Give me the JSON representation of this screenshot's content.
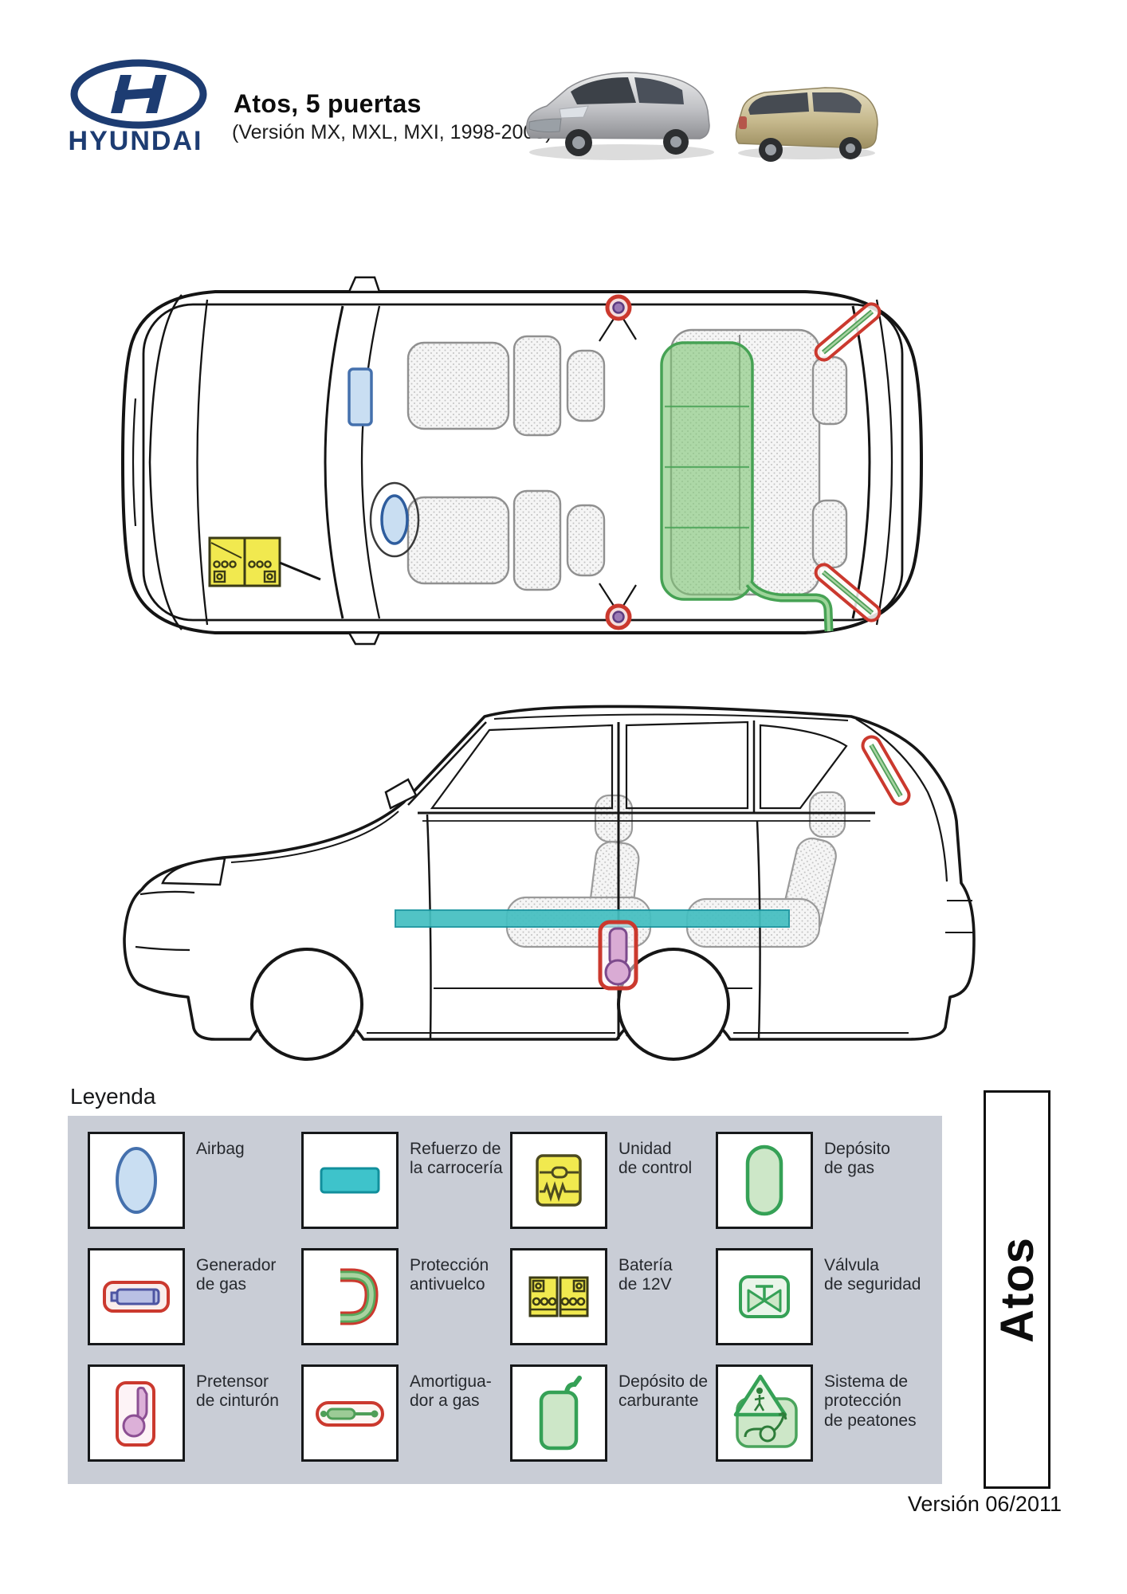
{
  "header": {
    "brand": "HYUNDAI",
    "title": "Atos, 5 puertas",
    "subtitle": "(Versión MX, MXL, MXI, 1998-2008)",
    "photos": [
      "front-quarter-view-photo",
      "rear-quarter-view-photo"
    ]
  },
  "diagrams": {
    "top_view": "car-top-view-rescue-diagram",
    "side_view": "car-side-view-rescue-diagram"
  },
  "legend": {
    "title": "Leyenda",
    "items": [
      {
        "icon": "airbag-icon",
        "label": "Airbag"
      },
      {
        "icon": "body-reinforcement-icon",
        "label": "Refuerzo de\nla carrocería"
      },
      {
        "icon": "control-unit-icon",
        "label": "Unidad\nde control"
      },
      {
        "icon": "gas-tank-icon",
        "label": "Depósito\nde gas"
      },
      {
        "icon": "gas-generator-icon",
        "label": "Generador\nde gas"
      },
      {
        "icon": "rollover-protection-icon",
        "label": "Protección\nantivuelco"
      },
      {
        "icon": "battery-icon",
        "label": "Batería\nde 12V"
      },
      {
        "icon": "safety-valve-icon",
        "label": "Válvula\nde seguridad"
      },
      {
        "icon": "belt-pretensioner-icon",
        "label": "Pretensor\nde cinturón"
      },
      {
        "icon": "gas-strut-icon",
        "label": "Amortigua-\ndor a gas"
      },
      {
        "icon": "fuel-tank-icon",
        "label": "Depósito de\ncarburante"
      },
      {
        "icon": "pedestrian-protection-icon",
        "label": "Sistema de\nprotección\nde peatones"
      }
    ]
  },
  "side_tab": {
    "label": "Atos"
  },
  "footer": {
    "version": "Versión 06/2011"
  },
  "colors": {
    "hyundai_blue": "#1d3c72",
    "legend_background": "#c9cdd6",
    "marker_red": "#cb392e",
    "reinforcement_teal": "#3ec3cb",
    "gas_green": "#35a156",
    "electric_yellow": "#f1e94f",
    "airbag_blue": "#c9def2",
    "pretensioner_pink": "#d9abd4",
    "generator_violet": "#b9c0e4"
  }
}
